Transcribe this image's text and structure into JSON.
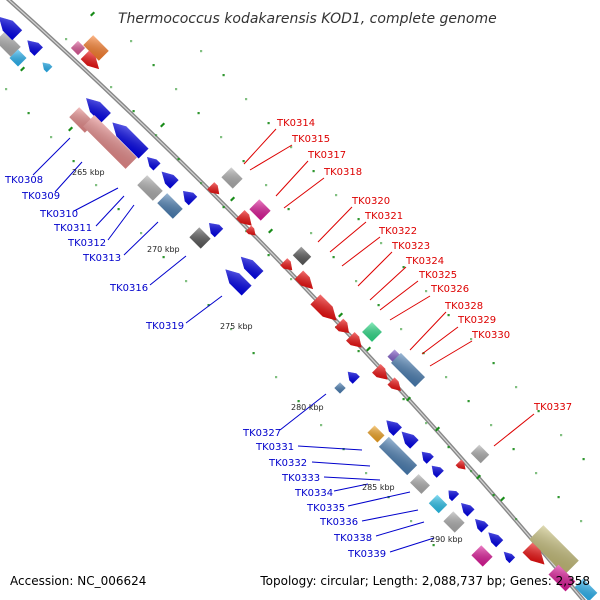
{
  "title": "Thermococcus kodakarensis KOD1, complete genome",
  "footer": {
    "accession": "Accession: NC_006624",
    "topology": "Topology: circular; Length: 2,088,737 bp; Genes: 2,358"
  },
  "colors": {
    "forward": "#ee0000",
    "reverse": "#0000ee",
    "backbone": "#8c8c8c",
    "tick_dot": "#1a8c1a"
  },
  "ticks": [
    "265 kbp",
    "270 kbp",
    "275 kbp",
    "280 kbp",
    "285 kbp",
    "290 kbp"
  ],
  "reverse_genes": [
    "TK0308",
    "TK0309",
    "TK0310",
    "TK0311",
    "TK0312",
    "TK0313",
    "TK0316",
    "TK0319",
    "TK0327",
    "TK0331",
    "TK0332",
    "TK0333",
    "TK0334",
    "TK0335",
    "TK0336",
    "TK0338",
    "TK0339"
  ],
  "forward_genes": [
    "TK0314",
    "TK0315",
    "TK0317",
    "TK0318",
    "TK0320",
    "TK0321",
    "TK0322",
    "TK0323",
    "TK0324",
    "TK0325",
    "TK0326",
    "TK0328",
    "TK0329",
    "TK0330",
    "TK0337"
  ]
}
